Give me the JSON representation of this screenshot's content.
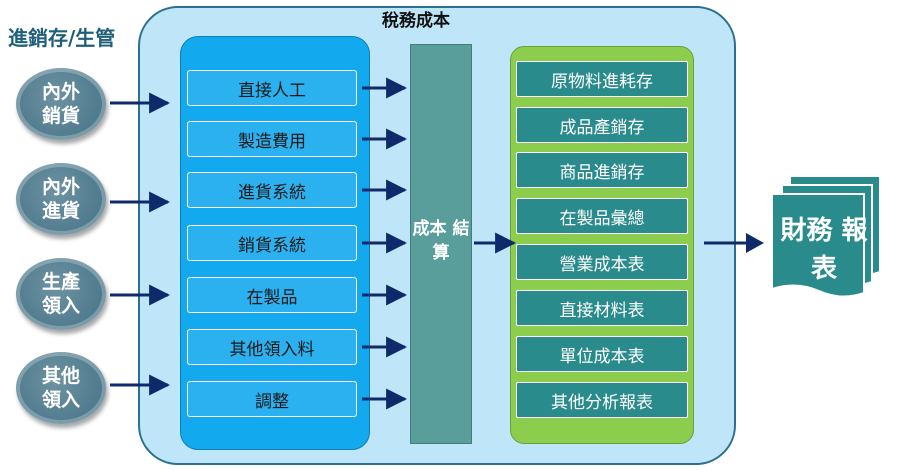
{
  "side_title": "進銷存/生管",
  "main_title": "稅務成本",
  "inputs": [
    {
      "label": "內外 銷貨"
    },
    {
      "label": "內外 進貨"
    },
    {
      "label": "生產 領入"
    },
    {
      "label": "其他 領入"
    }
  ],
  "left_items": [
    "直接人工",
    "製造費用",
    "進貨系統",
    "銷貨系統",
    "在製品",
    "其他領入料",
    "調整"
  ],
  "center_label": "成本 結算",
  "right_items": [
    "原物料進耗存",
    "成品產銷存",
    "商品進銷存",
    "在製品彙總",
    "營業成本表",
    "直接材料表",
    "單位成本表",
    "其他分析報表"
  ],
  "output_label": "財務 報表",
  "colors": {
    "panel_bg": "#bfe6f8",
    "blue_panel": "#12a9ee",
    "center_bar": "#5a9e9c",
    "green_panel": "#8ccd4e",
    "green_item": "#2a8b8c",
    "circle": "#4f7a8d",
    "arrow": "#0e2a6b"
  }
}
